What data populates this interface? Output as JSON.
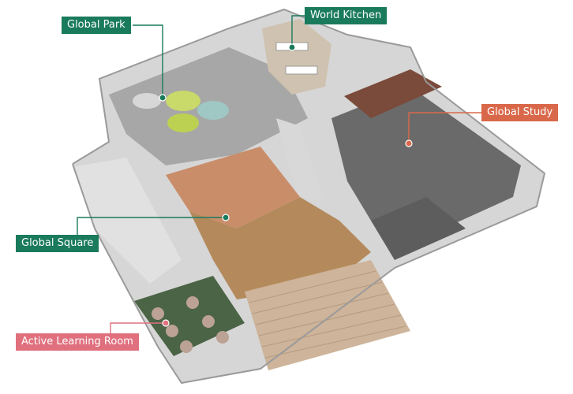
{
  "labels": {
    "global_park": "Global Park",
    "world_kitchen": "World Kitchen",
    "global_study": "Global Study",
    "global_square": "Global Square",
    "active_learning": "Active Learning Room"
  },
  "colors": {
    "teal_label": "#1a7a5c",
    "orange_label": "#d9684a",
    "pink_label": "#e0707e",
    "wall": "#e9e9e9",
    "wall_shadow": "#c9c9c9",
    "wood_floor": "#b48a5c",
    "terracotta_floor": "#c98d6a",
    "grey_floor": "#8c8c8c",
    "dark_floor": "#5a5a5a",
    "green_floor": "#3f5a3c",
    "concrete": "#bfbfbf"
  }
}
